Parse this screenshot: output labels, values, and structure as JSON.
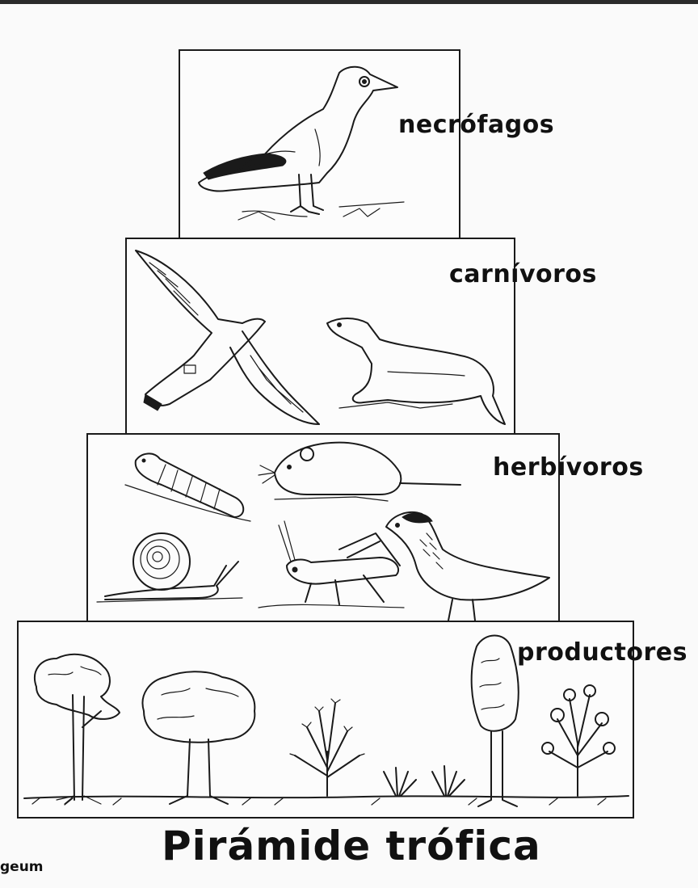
{
  "title": "Pirámide trófica",
  "credit": "geum",
  "levels": [
    {
      "id": "necrofagos",
      "label": "necrófagos"
    },
    {
      "id": "carnivoros",
      "label": "carnívoros"
    },
    {
      "id": "herbivoros",
      "label": "herbívoros"
    },
    {
      "id": "productores",
      "label": "productores"
    }
  ],
  "illustrations": {
    "necrofagos": [
      "vulture-drawing"
    ],
    "carnivoros": [
      "falcon-drawing",
      "weasel-drawing"
    ],
    "herbivoros": [
      "caterpillar-drawing",
      "vole-drawing",
      "snail-drawing",
      "grasshopper-drawing",
      "partridge-drawing"
    ],
    "productores": [
      "oak-tree-drawing",
      "round-tree-drawing",
      "shrub-drawing",
      "grass-tufts-drawing",
      "poplar-tree-drawing",
      "flowering-bush-drawing"
    ]
  },
  "colors": {
    "ink": "#1a1a1a",
    "paper": "#fcfcfc"
  }
}
